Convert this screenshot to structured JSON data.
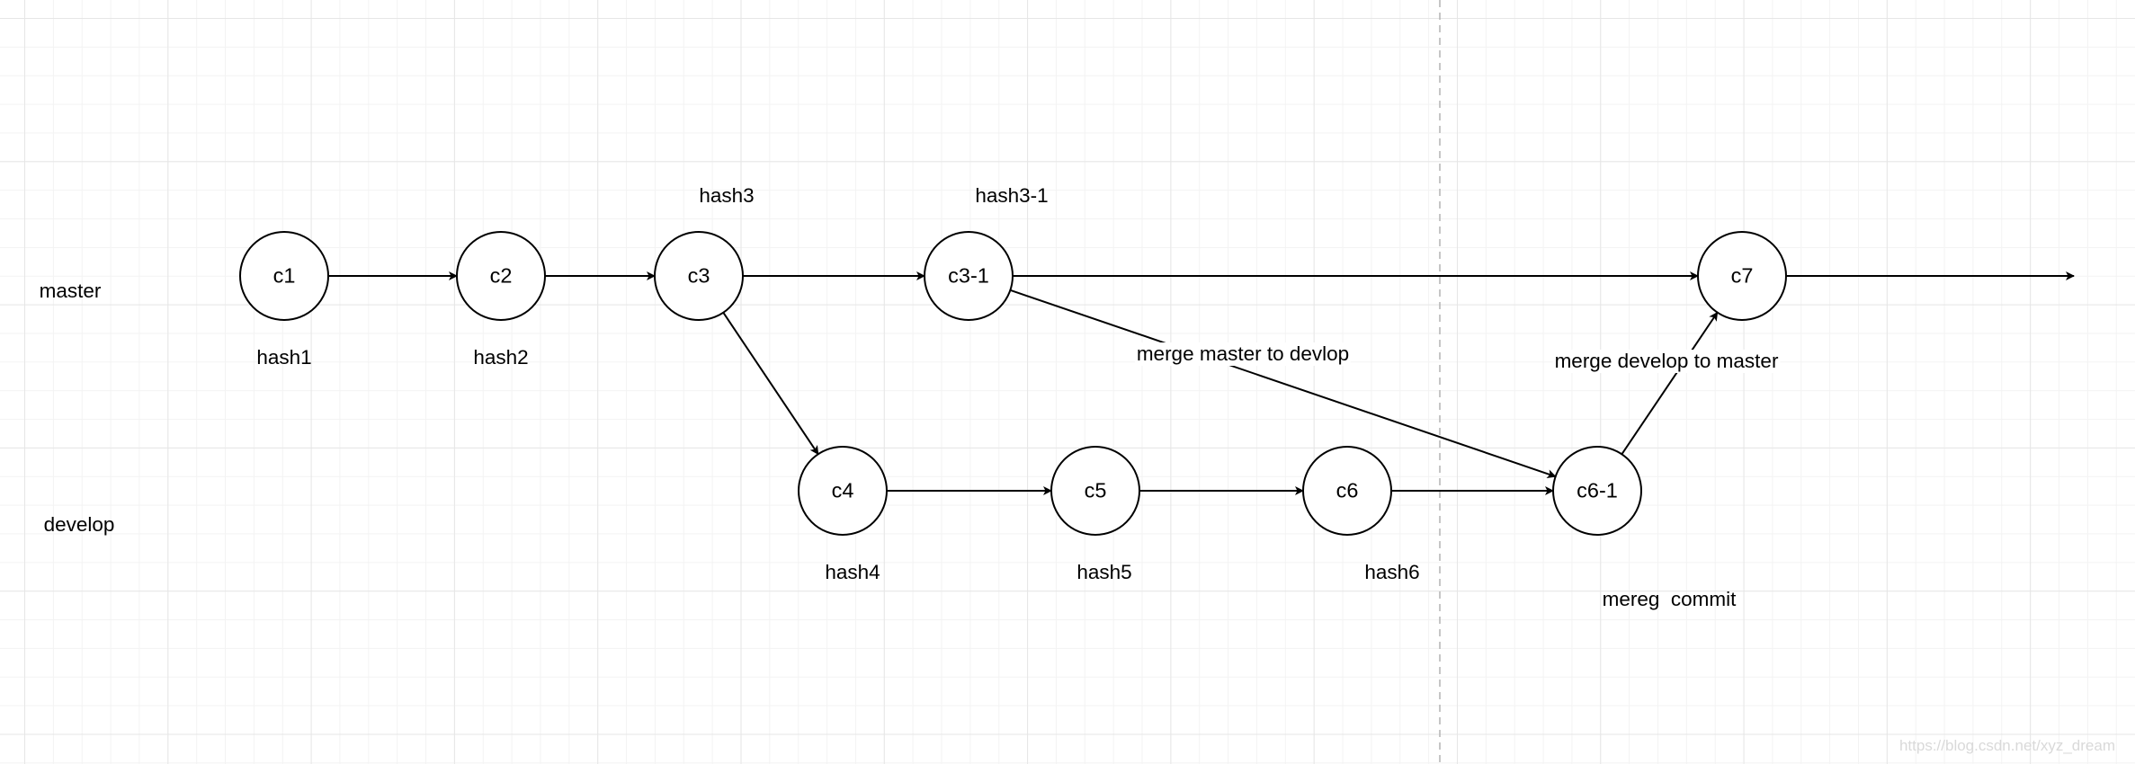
{
  "branches": [
    {
      "id": "master",
      "label": "master"
    },
    {
      "id": "develop",
      "label": "develop"
    }
  ],
  "nodes": [
    {
      "id": "c1",
      "label": "c1",
      "branch": "master",
      "hash": "hash1"
    },
    {
      "id": "c2",
      "label": "c2",
      "branch": "master",
      "hash": "hash2"
    },
    {
      "id": "c3",
      "label": "c3",
      "branch": "master",
      "hash": "hash3"
    },
    {
      "id": "c3-1",
      "label": "c3-1",
      "branch": "master",
      "hash": "hash3-1"
    },
    {
      "id": "c7",
      "label": "c7",
      "branch": "master",
      "hash": ""
    },
    {
      "id": "c4",
      "label": "c4",
      "branch": "develop",
      "hash": "hash4"
    },
    {
      "id": "c5",
      "label": "c5",
      "branch": "develop",
      "hash": "hash5"
    },
    {
      "id": "c6",
      "label": "c6",
      "branch": "develop",
      "hash": "hash6"
    },
    {
      "id": "c6-1",
      "label": "c6-1",
      "branch": "develop",
      "hash": ""
    }
  ],
  "edges": [
    {
      "from": "c1",
      "to": "c2",
      "label": ""
    },
    {
      "from": "c2",
      "to": "c3",
      "label": ""
    },
    {
      "from": "c3",
      "to": "c3-1",
      "label": ""
    },
    {
      "from": "c3-1",
      "to": "c7",
      "label": ""
    },
    {
      "from": "c3",
      "to": "c4",
      "label": ""
    },
    {
      "from": "c4",
      "to": "c5",
      "label": ""
    },
    {
      "from": "c5",
      "to": "c6",
      "label": ""
    },
    {
      "from": "c6",
      "to": "c6-1",
      "label": ""
    },
    {
      "from": "c3-1",
      "to": "c6-1",
      "label": "merge master to devlop"
    },
    {
      "from": "c6-1",
      "to": "c7",
      "label": "merge develop to master"
    },
    {
      "from": "c7",
      "to": "",
      "label": ""
    }
  ],
  "annotations": {
    "merge_commit": "mereg  commit"
  },
  "watermark": "https://blog.csdn.net/xyz_dream",
  "colors": {
    "stroke": "#000000",
    "node_fill": "#ffffff",
    "separator": "#b3b3b3"
  }
}
